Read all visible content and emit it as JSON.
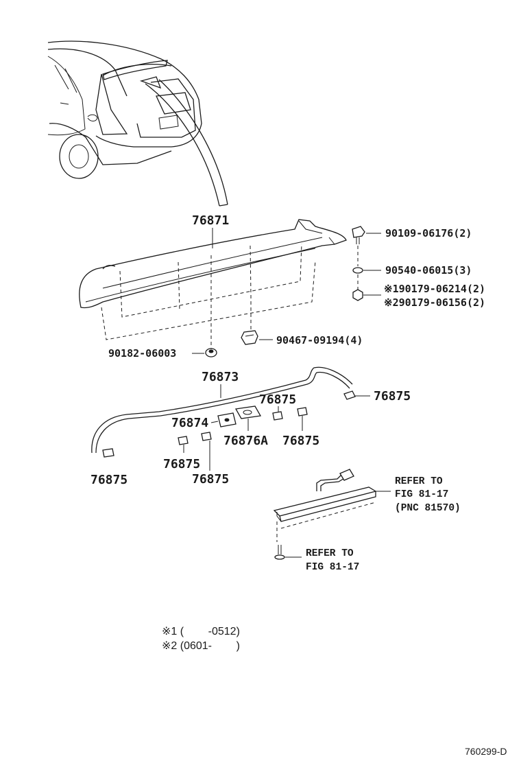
{
  "callouts": {
    "spoiler": "76871",
    "bolt": "90109-06176(2)",
    "washer": "90540-06015(3)",
    "nut_v1": "※190179-06214(2)",
    "nut_v2": "※290179-06156(2)",
    "clip": "90467-09194(4)",
    "grommet": "90182-06003",
    "seal": "76873",
    "tape_right": "76875",
    "tape_upper_a": "76875",
    "tape_mid": "76875",
    "tape_left": "76875",
    "tape_lower_a": "76875",
    "tape_lower_b": "76875",
    "pad": "76874",
    "pad_a": "76876A"
  },
  "refer_lamp": {
    "line1": "REFER TO",
    "line2": "FIG 81-17",
    "line3": "(PNC 81570)"
  },
  "refer_screw": {
    "line1": "REFER TO",
    "line2": "FIG 81-17"
  },
  "notes": {
    "note1": "※1 (        -0512)",
    "note2": "※2 (0601-        )"
  },
  "diagram_code": "760299-D"
}
